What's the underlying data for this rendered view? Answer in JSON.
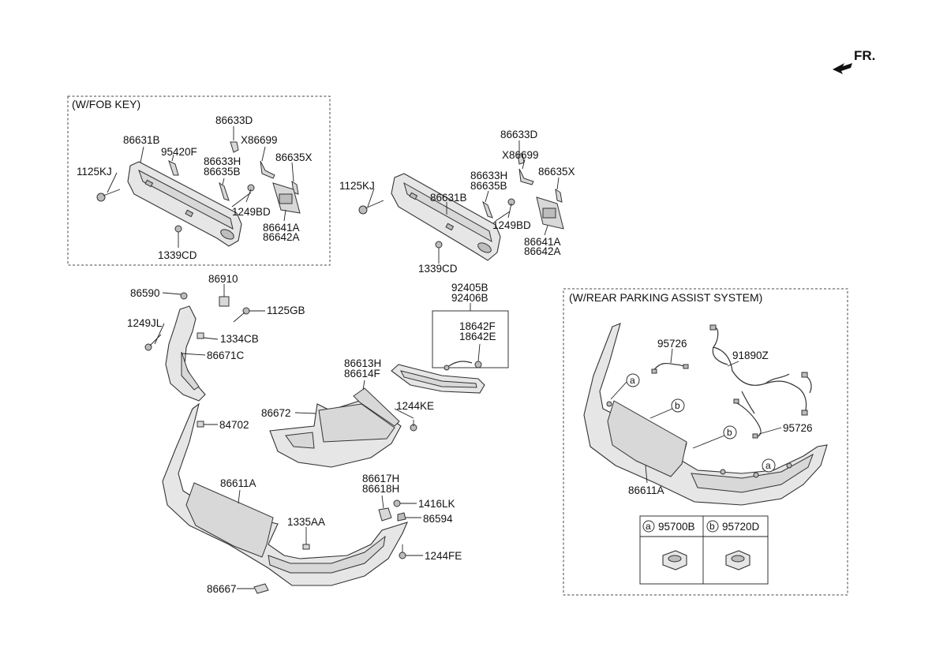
{
  "orientation": {
    "label": "FR."
  },
  "fob_key_box": {
    "title": "(W/FOB KEY)"
  },
  "parking_box": {
    "title": "(W/REAR PARKING ASSIST SYSTEM)"
  },
  "callouts": {
    "a": "a",
    "b": "b",
    "legend_a_part": "95700B",
    "legend_b_part": "95720D"
  },
  "labels": {
    "fob_86633D": "86633D",
    "fob_86631B": "86631B",
    "fob_X86699": "X86699",
    "fob_95420F": "95420F",
    "fob_86635X": "86635X",
    "fob_1125KJ": "1125KJ",
    "fob_86633H": "86633H",
    "fob_86635B": "86635B",
    "fob_1249BD": "1249BD",
    "fob_86641A": "86641A",
    "fob_86642A": "86642A",
    "fob_1339CD": "1339CD",
    "std_86633D": "86633D",
    "std_X86699": "X86699",
    "std_86633H": "86633H",
    "std_86635X": "86635X",
    "std_86635B": "86635B",
    "std_1125KJ": "1125KJ",
    "std_86631B": "86631B",
    "std_1249BD": "1249BD",
    "std_86641A": "86641A",
    "std_86642A": "86642A",
    "std_1339CD": "1339CD",
    "p86910": "86910",
    "p86590": "86590",
    "p1125GB": "1125GB",
    "p1249JL": "1249JL",
    "p1334CB": "1334CB",
    "p86671C": "86671C",
    "p92405B": "92405B",
    "p92406B": "92406B",
    "p18642F": "18642F",
    "p18642E": "18642E",
    "p86613H": "86613H",
    "p86614F": "86614F",
    "p1244KE": "1244KE",
    "p86672": "86672",
    "p84702": "84702",
    "p86611A": "86611A",
    "p86617H": "86617H",
    "p86618H": "86618H",
    "p1416LK": "1416LK",
    "p86594": "86594",
    "p1335AA": "1335AA",
    "p1244FE": "1244FE",
    "p86667": "86667",
    "pk_95726_top": "95726",
    "pk_91890Z": "91890Z",
    "pk_95726_right": "95726",
    "pk_86611A": "86611A"
  }
}
